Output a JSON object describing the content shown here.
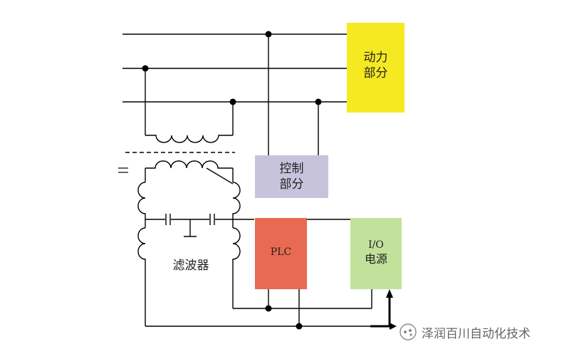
{
  "blocks": {
    "power": {
      "line1": "动力",
      "line2": "部分",
      "color": "#f5ea22"
    },
    "control": {
      "line1": "控制",
      "line2": "部分",
      "color": "#c8c3dc"
    },
    "plc": {
      "label": "PLC",
      "color": "#e86a52"
    },
    "io_power": {
      "line1": "I/O",
      "line2": "电源",
      "color": "#c2e29c"
    }
  },
  "filter_label": "滤波器",
  "watermark": {
    "text": "泽润百川自动化技术",
    "icon": "wechat-icon"
  }
}
